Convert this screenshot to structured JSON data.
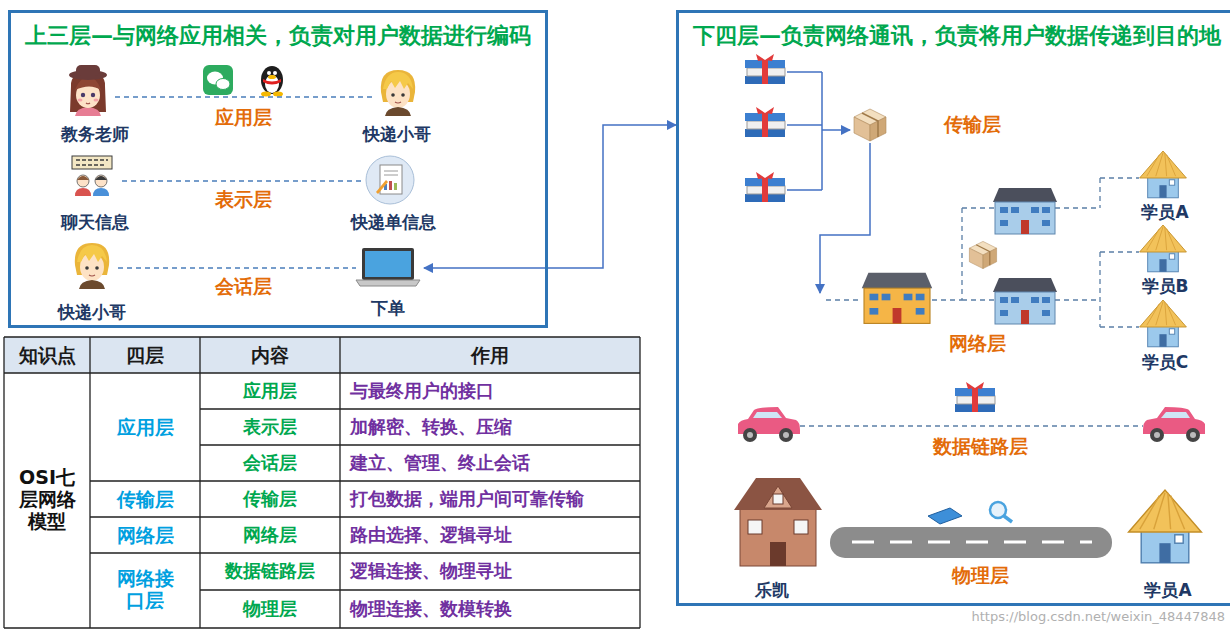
{
  "diagram": {
    "nodes": [
      {
        "text": [
          "上三层—与网络应用相关，负责对用户数据进行编码"
        ]
      },
      {
        "text": [
          "下单"
        ],
        "in": 0
      },
      {
        "text": [
          "下四层—负责网络通讯，负责将用户数据传递到目的地"
        ]
      }
    ],
    "edges": [
      {
        "from": 1,
        "to": 2,
        "arrow": "both"
      }
    ],
    "labels": [
      "教务老师",
      "应用层",
      "快递小哥",
      "聊天信息",
      "表示层",
      "快递单信息",
      "快递小哥",
      "会话层",
      "传输层",
      "学员A",
      "学员B",
      "网络层",
      "学员C",
      "数据链路层",
      "乐凯",
      "物理层",
      "学员A",
      "知识点",
      "四层",
      "内容",
      "作用",
      "OSI七层网络模型",
      "应用层",
      "应用层",
      "与最终用户的接口",
      "表示层",
      "加解密、转换、压缩",
      "会话层",
      "建立、管理、终止会话",
      "传输层",
      "传输层",
      "打包数据，端用户间可靠传输",
      "网络层",
      "网络层",
      "路由选择、逻辑寻址",
      "网络接口层",
      "数据链路层",
      "逻辑连接、物理寻址",
      "物理层",
      "物理连接、数模转换",
      "https://blog.csdn.net/weixin_48447848"
    ]
  }
}
